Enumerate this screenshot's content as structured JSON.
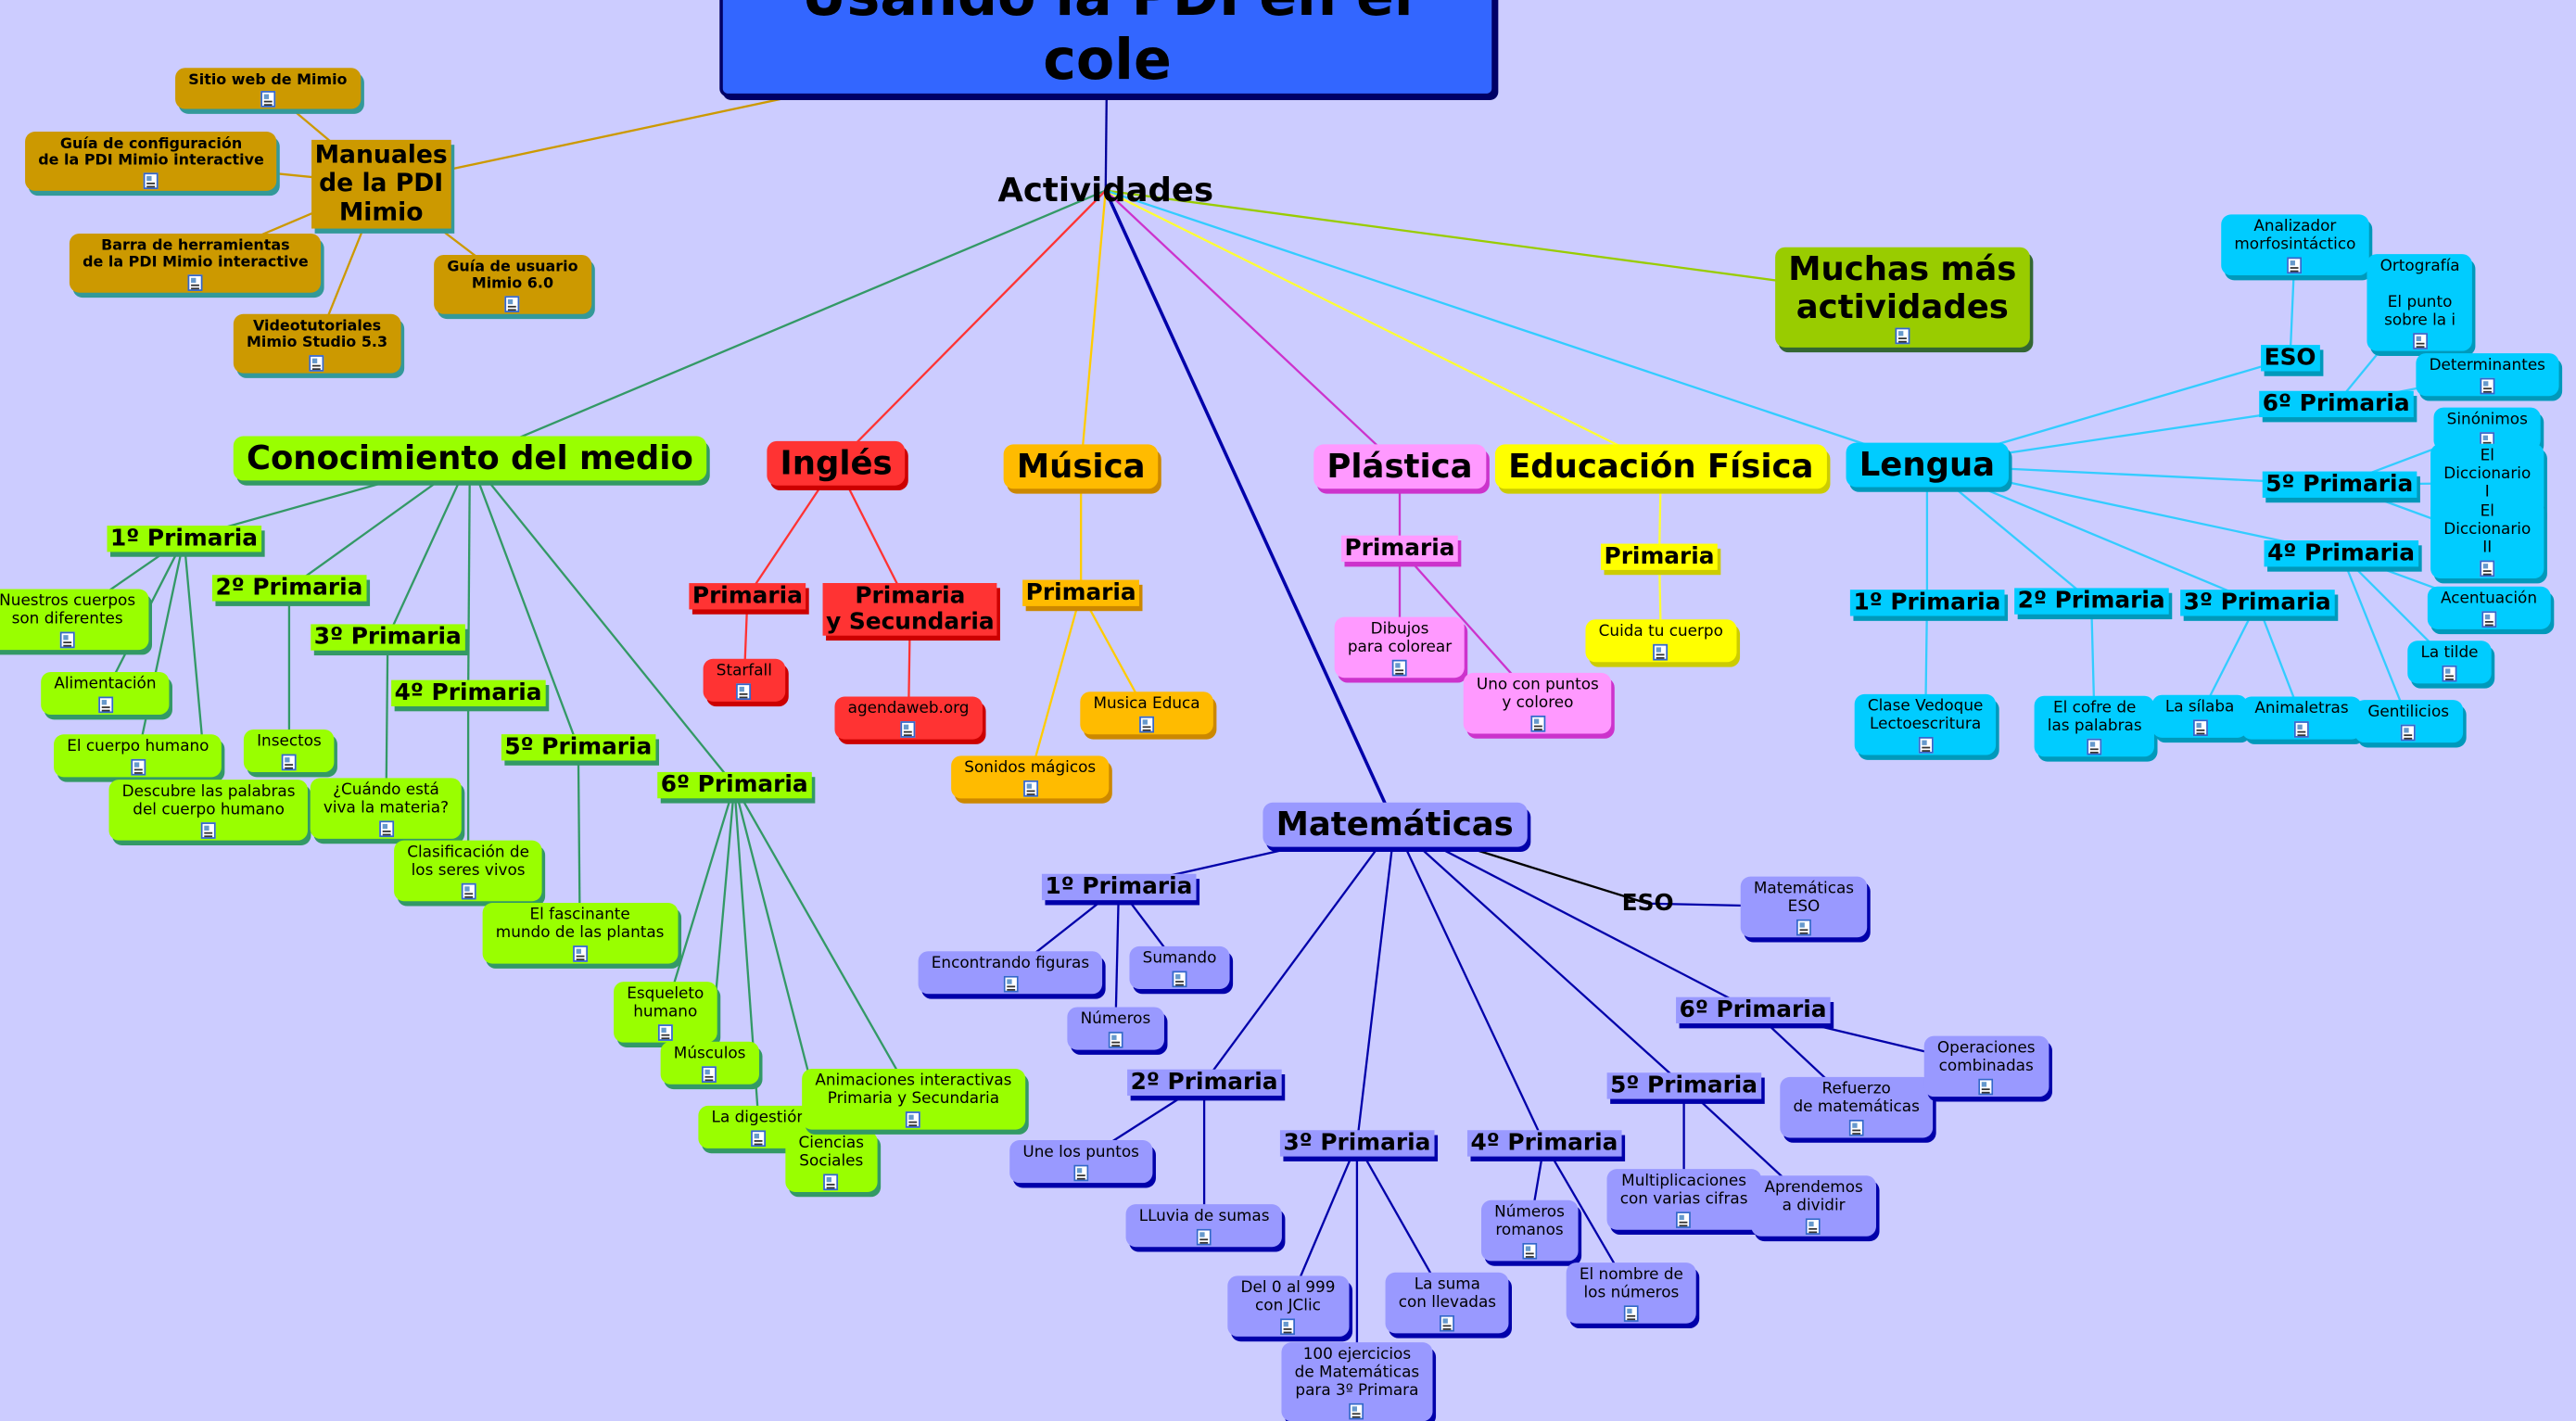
{
  "title": "Usando la PDI en el cole",
  "colors": {
    "background": "#ccccff",
    "gold": "#cc9900",
    "green": "#99ff00",
    "red": "#ff3333",
    "orange": "#ffbb00",
    "pink": "#ff99ff",
    "yellow": "#ffff00",
    "cyan": "#00ccff",
    "periwinkle": "#9999ff",
    "olive": "#99cc00"
  },
  "nodes": {
    "actividades": {
      "label": "Actividades"
    },
    "manuales": {
      "label": "Manuales\nde la PDI\nMimio"
    },
    "sitio": {
      "label": "Sitio web de Mimio",
      "icon": "document-icon"
    },
    "guiaconf": {
      "label": "Guía de configuración\nde la PDI Mimio interactive",
      "icon": "document-icon"
    },
    "barra": {
      "label": "Barra de herramientas\nde la PDI Mimio interactive",
      "icon": "document-icon"
    },
    "video": {
      "label": "Videotutoriales\nMimio Studio 5.3",
      "icon": "document-icon"
    },
    "guiausu": {
      "label": "Guía de usuario\nMimio 6.0",
      "icon": "document-icon"
    },
    "muchas": {
      "label": "Muchas más\nactividades",
      "icon": "document-icon"
    },
    "cono": {
      "label": "Conocimiento del medio"
    },
    "c1": {
      "label": "1º Primaria"
    },
    "c2": {
      "label": "2º Primaria"
    },
    "c3": {
      "label": "3º Primaria"
    },
    "c4": {
      "label": "4º Primaria"
    },
    "c5": {
      "label": "5º Primaria"
    },
    "c6": {
      "label": "6º Primaria"
    },
    "nuestros": {
      "label": "Nuestros cuerpos\nson diferentes",
      "icon": "document-icon"
    },
    "alimentacion": {
      "label": "Alimentación",
      "icon": "document-icon"
    },
    "cuerpo": {
      "label": "El cuerpo humano",
      "icon": "document-icon"
    },
    "descubre": {
      "label": "Descubre las palabras\ndel cuerpo humano",
      "icon": "document-icon"
    },
    "insectos": {
      "label": "Insectos",
      "icon": "document-icon"
    },
    "cuando": {
      "label": "¿Cuándo está\nviva la materia?",
      "icon": "document-icon"
    },
    "clasif": {
      "label": "Clasificación de\nlos seres vivos",
      "icon": "document-icon"
    },
    "plantas": {
      "label": "El fascinante\nmundo de las plantas",
      "icon": "document-icon"
    },
    "esqueleto": {
      "label": "Esqueleto\nhumano",
      "icon": "document-icon"
    },
    "musculos": {
      "label": "Músculos",
      "icon": "document-icon"
    },
    "digestion": {
      "label": "La digestión",
      "icon": "document-icon"
    },
    "ciencias": {
      "label": "Ciencias\nSociales",
      "icon": "document-icon"
    },
    "animaciones": {
      "label": "Animaciones interactivas\nPrimaria y Secundaria",
      "icon": "document-icon"
    },
    "ingles": {
      "label": "Inglés"
    },
    "ip": {
      "label": "Primaria"
    },
    "ips": {
      "label": "Primaria\ny Secundaria"
    },
    "starfall": {
      "label": "Starfall",
      "icon": "document-icon"
    },
    "agenda": {
      "label": "agendaweb.org",
      "icon": "document-icon"
    },
    "musica": {
      "label": "Música"
    },
    "mp": {
      "label": "Primaria"
    },
    "meduca": {
      "label": "Musica Educa",
      "icon": "document-icon"
    },
    "sonidos": {
      "label": "Sonidos mágicos",
      "icon": "document-icon"
    },
    "plastica": {
      "label": "Plástica"
    },
    "pp": {
      "label": "Primaria"
    },
    "dibujos": {
      "label": "Dibujos\npara colorear",
      "icon": "document-icon"
    },
    "unopuntos": {
      "label": "Uno con puntos\ny coloreo",
      "icon": "document-icon"
    },
    "edfis": {
      "label": "Educación Física"
    },
    "ep": {
      "label": "Primaria"
    },
    "cuida": {
      "label": "Cuida tu cuerpo",
      "icon": "document-icon"
    },
    "lengua": {
      "label": "Lengua"
    },
    "l1": {
      "label": "1º Primaria"
    },
    "l2": {
      "label": "2º Primaria"
    },
    "l3": {
      "label": "3º Primaria"
    },
    "l4": {
      "label": "4º Primaria"
    },
    "l5": {
      "label": "5º Primaria"
    },
    "l6": {
      "label": "6º Primaria"
    },
    "leso": {
      "label": "ESO"
    },
    "vedoque": {
      "label": "Clase Vedoque\nLectoescritura",
      "icon": "document-icon"
    },
    "cofre": {
      "label": "El cofre de\nlas palabras",
      "icon": "document-icon"
    },
    "silaba": {
      "label": "La sílaba",
      "icon": "document-icon"
    },
    "animaletras": {
      "label": "Animaletras",
      "icon": "document-icon"
    },
    "gentilicios": {
      "label": "Gentilicios",
      "icon": "document-icon"
    },
    "tilde": {
      "label": "La tilde",
      "icon": "document-icon"
    },
    "acentuacion": {
      "label": "Acentuación",
      "icon": "document-icon"
    },
    "analizador": {
      "label": "Analizador\nmorfosintáctico",
      "icon": "document-icon"
    },
    "ortografia": {
      "label": "Ortografía\n\nEl punto\nsobre la i",
      "icon": "document-icon"
    },
    "determinantes": {
      "label": "Determinantes",
      "icon": "document-icon"
    },
    "sinonimos": {
      "label": "Sinónimos",
      "icon": "document-icon"
    },
    "dic1": {
      "label": "El Diccionario I",
      "icon": "document-icon"
    },
    "dic2": {
      "label": "El Diccionario II",
      "icon": "document-icon"
    },
    "mate": {
      "label": "Matemáticas"
    },
    "m1": {
      "label": "1º Primaria"
    },
    "m2": {
      "label": "2º Primaria"
    },
    "m3": {
      "label": "3º Primaria"
    },
    "m4": {
      "label": "4º Primaria"
    },
    "m5": {
      "label": "5º Primaria"
    },
    "m6": {
      "label": "6º Primaria"
    },
    "meso": {
      "label": "ESO"
    },
    "encontrando": {
      "label": "Encontrando figuras",
      "icon": "document-icon"
    },
    "sumando": {
      "label": "Sumando",
      "icon": "document-icon"
    },
    "numeros": {
      "label": "Números",
      "icon": "document-icon"
    },
    "une": {
      "label": "Une los puntos",
      "icon": "document-icon"
    },
    "lluvia": {
      "label": "LLuvia de sumas",
      "icon": "document-icon"
    },
    "del0": {
      "label": "Del 0 al 999\ncon JClic",
      "icon": "document-icon"
    },
    "cien": {
      "label": "100 ejercicios\nde Matemáticas\npara 3º Primara",
      "icon": "document-icon"
    },
    "suma": {
      "label": "La suma\ncon llevadas",
      "icon": "document-icon"
    },
    "romanos": {
      "label": "Números\nromanos",
      "icon": "document-icon"
    },
    "nombre": {
      "label": "El nombre de\nlos números",
      "icon": "document-icon"
    },
    "multi": {
      "label": "Multiplicaciones\ncon varias cifras",
      "icon": "document-icon"
    },
    "aprendemos": {
      "label": "Aprendemos\na dividir",
      "icon": "document-icon"
    },
    "refuerzo": {
      "label": "Refuerzo\nde matemáticas",
      "icon": "document-icon"
    },
    "operaciones": {
      "label": "Operaciones\ncombinadas",
      "icon": "document-icon"
    },
    "mateeso": {
      "label": "Matemáticas\nESO",
      "icon": "document-icon"
    }
  }
}
